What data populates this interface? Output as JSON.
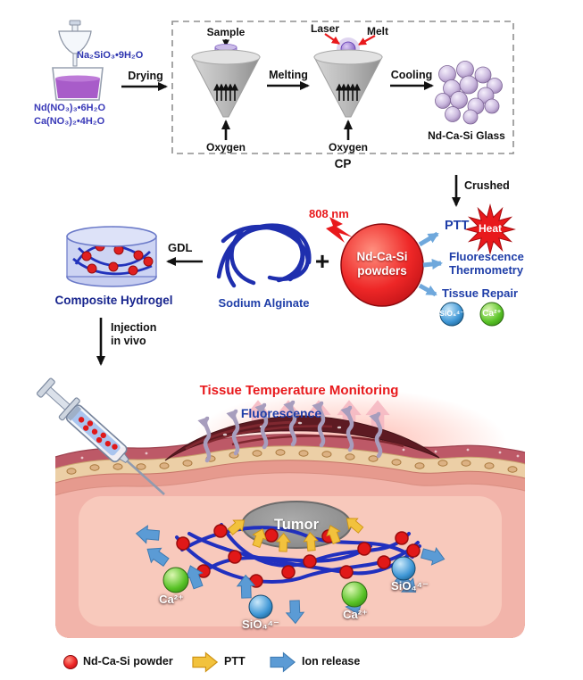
{
  "synthesis": {
    "reagent_top": "Na₂SiO₃•9H₂O",
    "reagent_nd": "Nd(NO₃)₃•6H₂O",
    "reagent_ca": "Ca(NO₃)₂•4H₂O",
    "step_drying": "Drying",
    "step_melting": "Melting",
    "step_cooling": "Cooling",
    "sample": "Sample",
    "oxygen_left": "Oxygen",
    "oxygen_right": "Oxygen",
    "laser": "Laser",
    "melt": "Melt",
    "product": "Nd-Ca-Si Glass",
    "apparatus": "CP",
    "crushed": "Crushed"
  },
  "formulation": {
    "wavelength": "808 nm",
    "powder_name_1": "Nd-Ca-Si",
    "powder_name_2": "powders",
    "ptt": "PTT",
    "heat": "Heat",
    "fluorescence": "Fluorescence",
    "thermometry": "Thermometry",
    "tissue_repair": "Tissue Repair",
    "silicate_ion": "SiO₄⁴⁻",
    "calcium_ion": "Ca²⁺",
    "plus": "+",
    "alginate": "Sodium Alginate",
    "gdl": "GDL",
    "hydrogel": "Composite Hydrogel",
    "injection_1": "Injection",
    "injection_2": "in vivo"
  },
  "in_vivo": {
    "monitoring": "Tissue Temperature Monitoring",
    "fluorescence": "Fluorescence",
    "tumor": "Tumor",
    "calcium_left": "Ca²⁺",
    "silicate_left": "SiO₄⁴⁻",
    "calcium_right": "Ca²⁺",
    "silicate_right": "SiO₄⁴⁻"
  },
  "legend": {
    "powder": "Nd-Ca-Si powder",
    "ptt": "PTT",
    "ion_release": "Ion release"
  },
  "colors": {
    "accent_red": "#e8191c",
    "accent_blue": "#1f3ea8",
    "steel_blue": "#5b9bd5",
    "ptt_yellow": "#f2c23d",
    "hydrogel_blue": "#2130bf",
    "glass_purple": "#8a6da3"
  }
}
